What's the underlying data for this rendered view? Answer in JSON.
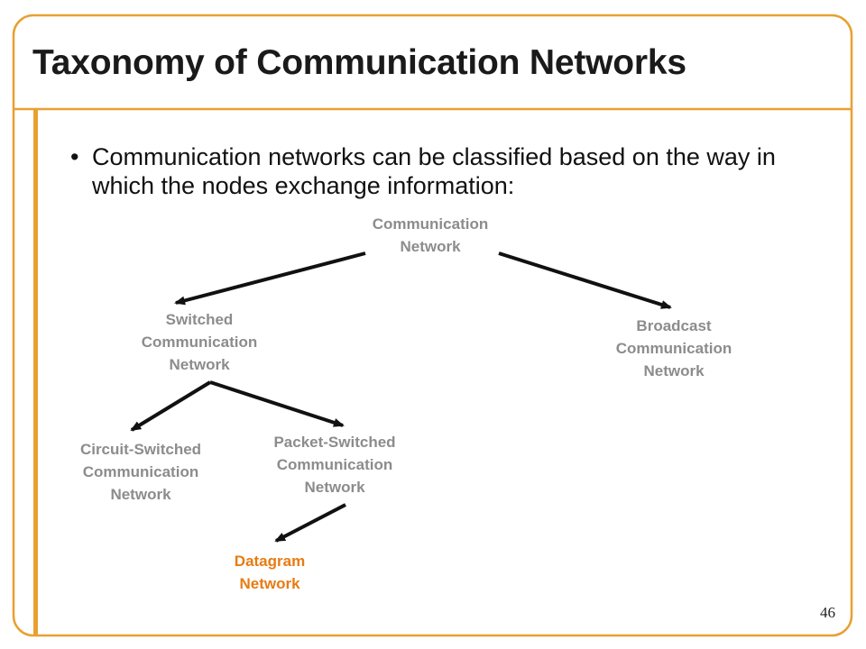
{
  "slide": {
    "title": "Taxonomy of Communication Networks",
    "bullet": "Communication networks can be classified based on the way in which the nodes exchange information:",
    "page_number": "46",
    "accent_color": "#e8a030",
    "highlight_color": "#e87b12"
  },
  "diagram": {
    "nodes": {
      "root": [
        "Communication",
        "Network"
      ],
      "switched": [
        "Switched",
        "Communication",
        "Network"
      ],
      "broadcast": [
        "Broadcast",
        "Communication",
        "Network"
      ],
      "circuit": [
        "Circuit-Switched",
        "Communication",
        "Network"
      ],
      "packet": [
        "Packet-Switched",
        "Communication",
        "Network"
      ],
      "datagram": [
        "Datagram",
        "Network"
      ]
    },
    "edges": [
      {
        "from": "root",
        "to": "switched"
      },
      {
        "from": "root",
        "to": "broadcast"
      },
      {
        "from": "switched",
        "to": "circuit"
      },
      {
        "from": "switched",
        "to": "packet"
      },
      {
        "from": "packet",
        "to": "datagram"
      }
    ]
  }
}
